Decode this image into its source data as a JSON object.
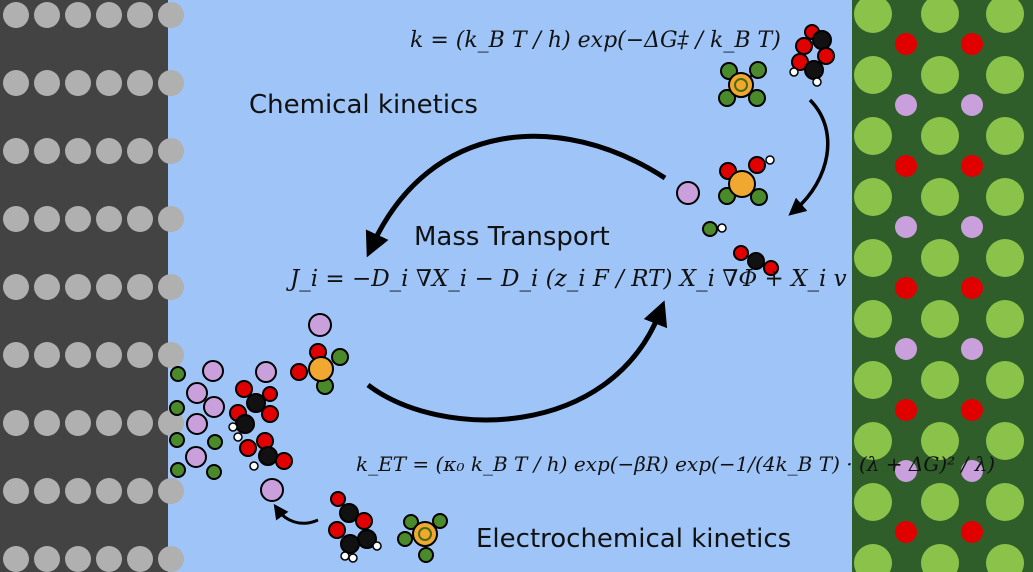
{
  "labels": {
    "chemical_kinetics": "Chemical kinetics",
    "mass_transport": "Mass Transport",
    "electrochemical_kinetics": "Electrochemical kinetics"
  },
  "equations": {
    "rate_constant": "k = (k_B T / h) exp(−ΔG‡ / k_B T)",
    "flux": "J_i = −D_i ∇X_i − D_i (z_i F / RT) X_i ∇Φ + X_i v",
    "electron_transfer": "k_ET = (κ₀ k_B T / h) exp(−βR) exp(−1/(4k_B T) · (λ + ΔG)² / λ)"
  },
  "colors": {
    "electrode_left": "#434343",
    "electrolyte": "#9fc5f8",
    "electrode_right": "#2f5e2a",
    "electrode_left_dot": "#b0b0b0",
    "right_big_dot": "#8bc34a",
    "right_red_dot": "#e00000",
    "right_pink_dot": "#c9a0dc",
    "molecule_red": "#e00000",
    "molecule_black": "#111111",
    "molecule_orange": "#f0a830",
    "molecule_green": "#4a8a2a",
    "molecule_pink": "#c9a0dc"
  }
}
